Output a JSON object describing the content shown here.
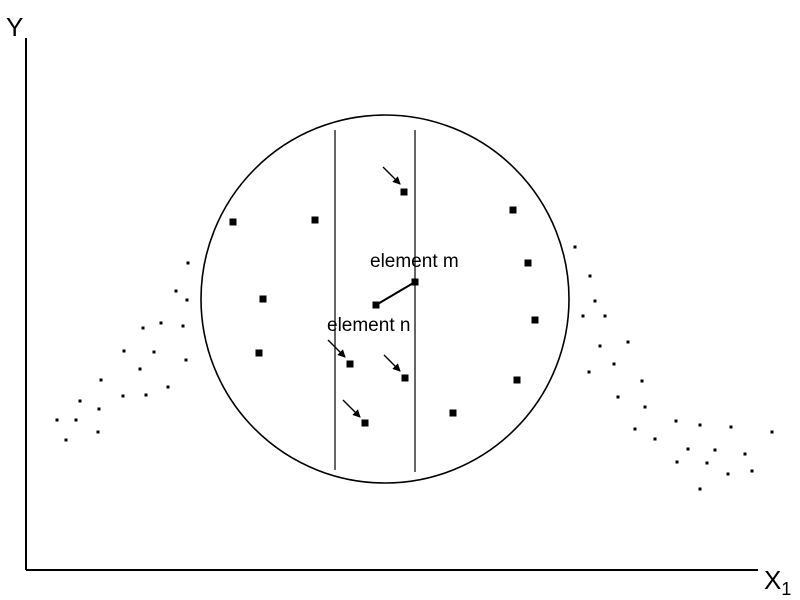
{
  "axes": {
    "y_label": "Y",
    "x_label": "X",
    "x_subscript": "1"
  },
  "labels": {
    "element_m": "element m",
    "element_n": "element n"
  },
  "colors": {
    "ink": "#000000",
    "background": "#ffffff"
  }
}
